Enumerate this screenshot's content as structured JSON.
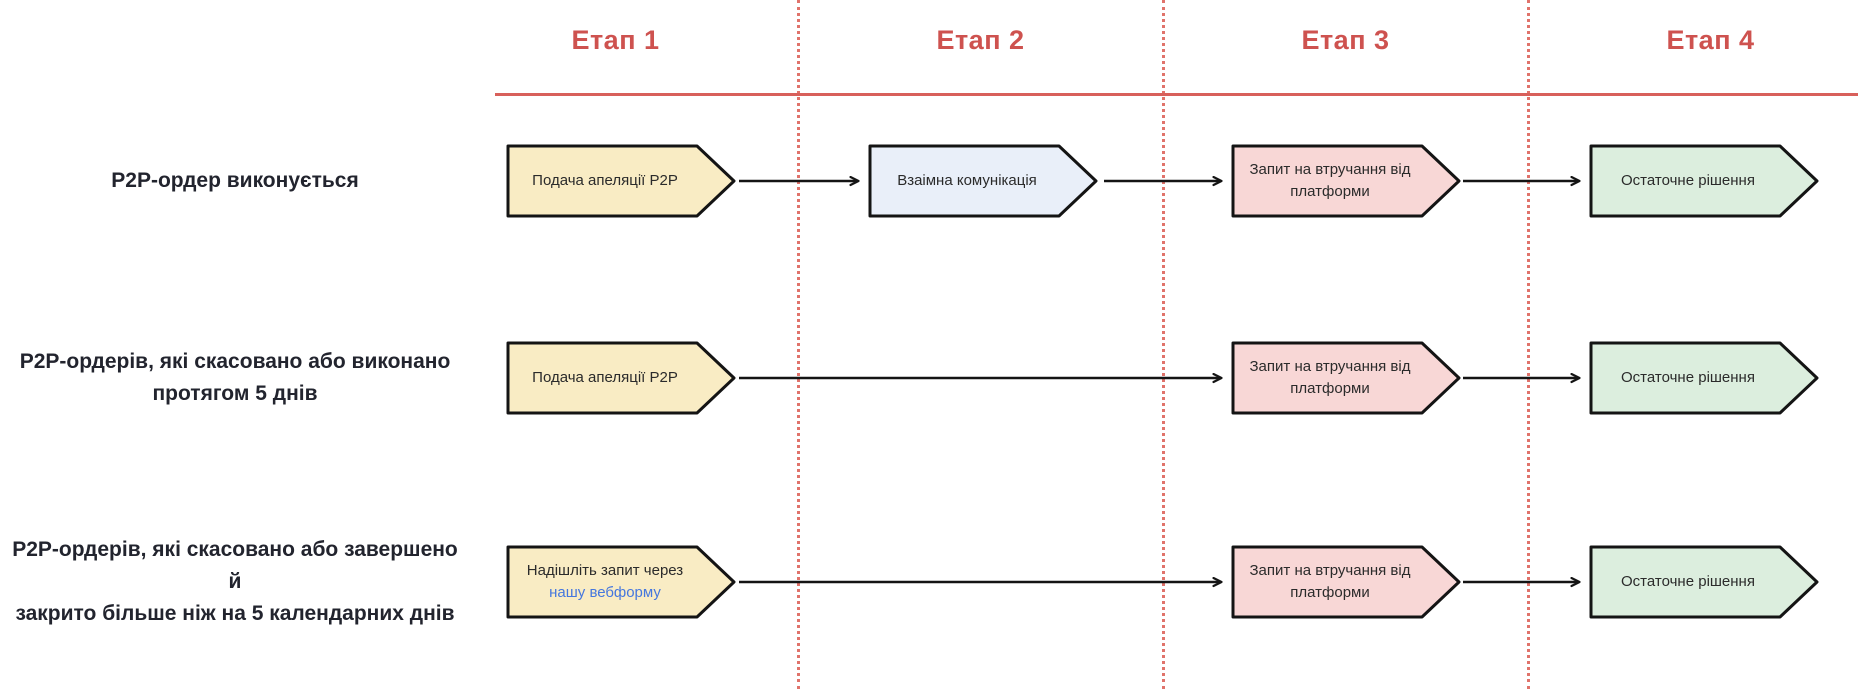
{
  "diagram": {
    "stage_headers": [
      "Етап 1",
      "Етап 2",
      "Етап 3",
      "Етап 4"
    ],
    "rows": [
      {
        "label_lines": [
          "P2P-ордер виконується"
        ],
        "steps": [
          {
            "stage": "Етап 1",
            "text": "Подача апеляції P2P",
            "fill": "yellow"
          },
          {
            "stage": "Етап 2",
            "text": "Взаімна комунікація",
            "fill": "blue"
          },
          {
            "stage": "Етап 3",
            "text": "Запит на втручання від платформи",
            "fill": "pink"
          },
          {
            "stage": "Етап 4",
            "text": "Остаточне рішення",
            "fill": "green"
          }
        ]
      },
      {
        "label_lines": [
          "P2P-ордерів, які скасовано або виконано",
          "протягом 5 днів"
        ],
        "steps": [
          {
            "stage": "Етап 1",
            "text": "Подача апеляції P2P",
            "fill": "yellow"
          },
          {
            "stage": "Етап 3",
            "text": "Запит на втручання від платформи",
            "fill": "pink"
          },
          {
            "stage": "Етап 4",
            "text": "Остаточне рішення",
            "fill": "green"
          }
        ]
      },
      {
        "label_lines": [
          "P2P-ордерів, які скасовано або завершено й",
          "закрито більше ніж на 5 календарних днів"
        ],
        "steps": [
          {
            "stage": "Етап 1",
            "text_line1": "Надішліть запит через",
            "link_text": "нашу вебформу",
            "fill": "yellow"
          },
          {
            "stage": "Етап 3",
            "text": "Запит на втручання від платформи",
            "fill": "pink"
          },
          {
            "stage": "Етап 4",
            "text": "Остаточне рішення",
            "fill": "green"
          }
        ]
      }
    ]
  },
  "colors": {
    "stage_header_text": "#ce524f",
    "header_rule": "#d8605b",
    "stage_divider": "#e0736b",
    "box_border": "#141414",
    "box_fill_yellow": "#f9ecc4",
    "box_fill_blue": "#e9eff9",
    "box_fill_pink": "#f8d7d6",
    "box_fill_green": "#dceede",
    "arrow": "#141414",
    "row_label_text": "#22242e",
    "box_text": "#2b2b2b",
    "link_text": "#4577de"
  }
}
